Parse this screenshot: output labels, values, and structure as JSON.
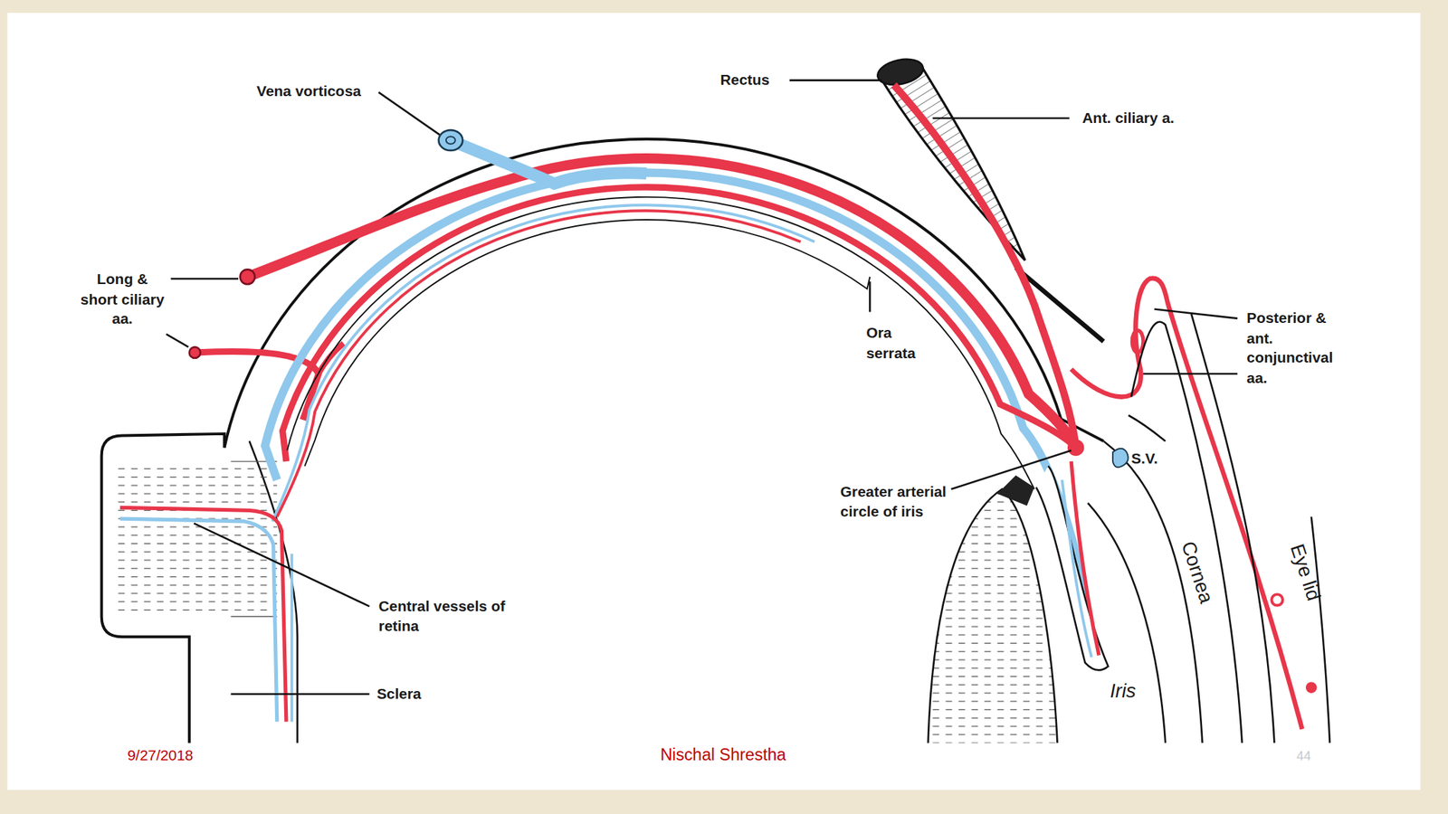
{
  "diagram": {
    "labels": [
      "Vena vorticosa",
      "Rectus",
      "Ant. ciliary a.",
      "Long & short ciliary aa.",
      "Posterior & ant. conjunctival aa.",
      "Ora serrata",
      "S.V.",
      "Greater arterial circle of iris",
      "Central vessels of retina",
      "Sclera",
      "Cornea",
      "Eye lid",
      "Iris",
      "9/27/2018",
      "Nischal Shrestha",
      "44"
    ]
  }
}
